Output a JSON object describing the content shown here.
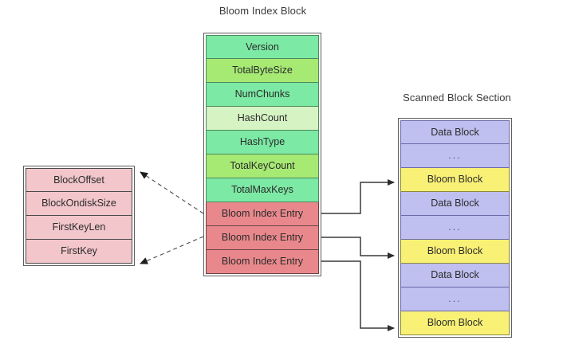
{
  "titles": {
    "bloom_index_block": "Bloom Index Block",
    "scanned_block_section": "Scanned Block Section"
  },
  "bloom_index_block": {
    "rows": [
      {
        "label": "Version",
        "shade": "g1"
      },
      {
        "label": "TotalByteSize",
        "shade": "g2"
      },
      {
        "label": "NumChunks",
        "shade": "g1"
      },
      {
        "label": "HashCount",
        "shade": "g3"
      },
      {
        "label": "HashType",
        "shade": "g1"
      },
      {
        "label": "TotalKeyCount",
        "shade": "g2"
      },
      {
        "label": "TotalMaxKeys",
        "shade": "g1"
      },
      {
        "label": "Bloom Index Entry",
        "shade": "pink"
      },
      {
        "label": "Bloom Index Entry",
        "shade": "pink"
      },
      {
        "label": "Bloom Index Entry",
        "shade": "pink"
      }
    ]
  },
  "bloom_index_entry_detail": {
    "rows": [
      {
        "label": "BlockOffset"
      },
      {
        "label": "BlockOndiskSize"
      },
      {
        "label": "FirstKeyLen"
      },
      {
        "label": "FirstKey"
      }
    ]
  },
  "scanned_block_section": {
    "rows": [
      {
        "label": "Data Block",
        "kind": "data"
      },
      {
        "label": "...",
        "kind": "ellipsis"
      },
      {
        "label": "Bloom Block",
        "kind": "bloom"
      },
      {
        "label": "Data Block",
        "kind": "data"
      },
      {
        "label": "...",
        "kind": "ellipsis"
      },
      {
        "label": "Bloom Block",
        "kind": "bloom"
      },
      {
        "label": "Data Block",
        "kind": "data"
      },
      {
        "label": "...",
        "kind": "ellipsis"
      },
      {
        "label": "Bloom Block",
        "kind": "bloom"
      }
    ]
  },
  "colors": {
    "green_primary": "#7ce9a4",
    "green_secondary": "#a6ea74",
    "green_pale": "#d6f3c4",
    "pink_entry": "#e9888c",
    "pink_detail": "#f2c6ca",
    "blue_data_block": "#bfbff0",
    "yellow_bloom_block": "#f9f176",
    "connector_stroke": "#3a3a3a"
  },
  "connectors": {
    "dashed_expand_count": 2,
    "solid_pointer_count": 3
  }
}
